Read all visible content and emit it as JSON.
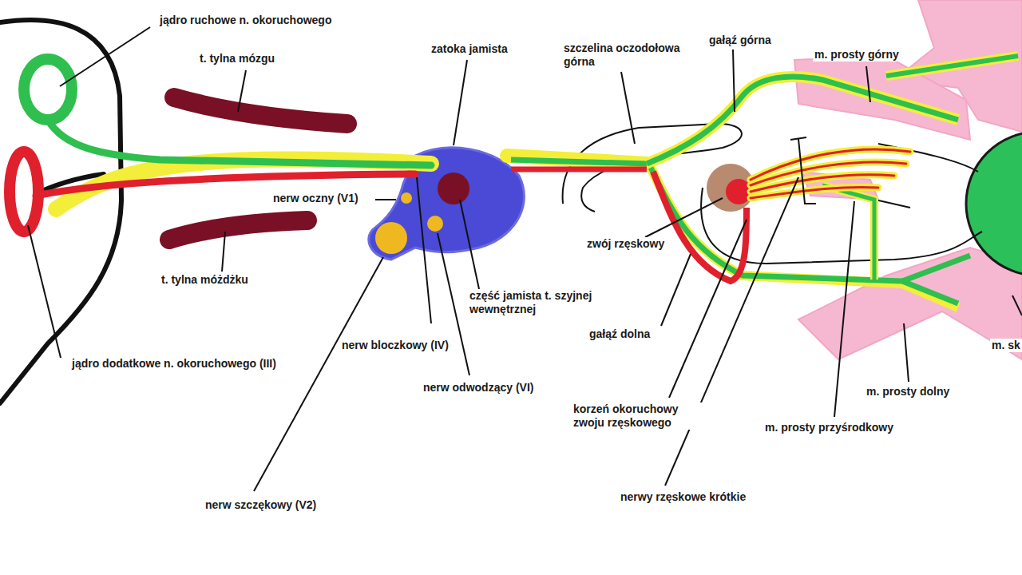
{
  "diagram": {
    "labels": [
      "jądro ruchowe n. okoruchowego",
      "t. tylna mózgu",
      "zatoka jamista",
      "szczelina oczodołowa górna",
      "gałąź górna",
      "m. prosty górny",
      "nerw oczny (V1)",
      "t. tylna móżdżku",
      "część jamista t. szyjnej wewnętrznej",
      "nerw bloczkowy (IV)",
      "jądro dodatkowe n. okoruchowego (III)",
      "zwój rzęskowy",
      "gałąź dolna",
      "m. sk",
      "nerw odwodzący (VI)",
      "m. prosty dolny",
      "korzeń okoruchowy zwoju rzęskowego",
      "m. prosty przyśrodkowy",
      "nerw szczękowy (V2)",
      "nerwy rzęskowe krótkie"
    ]
  }
}
